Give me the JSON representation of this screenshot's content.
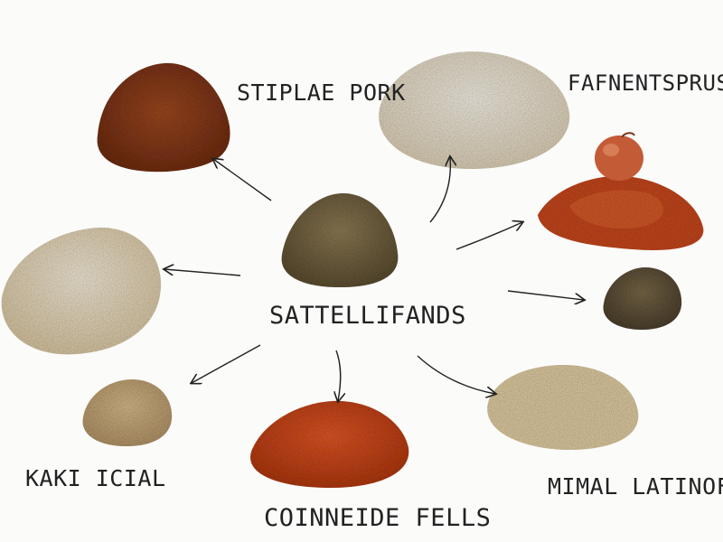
{
  "labels": {
    "center": "SATTELLIFANDS",
    "top_left": "STIPLAE PORK",
    "top_right": "FAFNENTSPRUS",
    "bottom_left": "KAKI ICIAL",
    "bottom_center": "COINNEIDE FELLS",
    "bottom_right": "MIMAL LATINOFE"
  },
  "colors": {
    "background": "#fbfbfa",
    "ink": "#222222",
    "reddish_brown": "#8a3c1d",
    "cream": "#ece3d1",
    "olive_brown": "#7b6a48",
    "red_flakes": "#c74a22",
    "paprika": "#d2461c",
    "sand": "#c9ad7e",
    "tan_grains": "#e1cfa5",
    "pepper_mix": "#6b5b3e"
  }
}
